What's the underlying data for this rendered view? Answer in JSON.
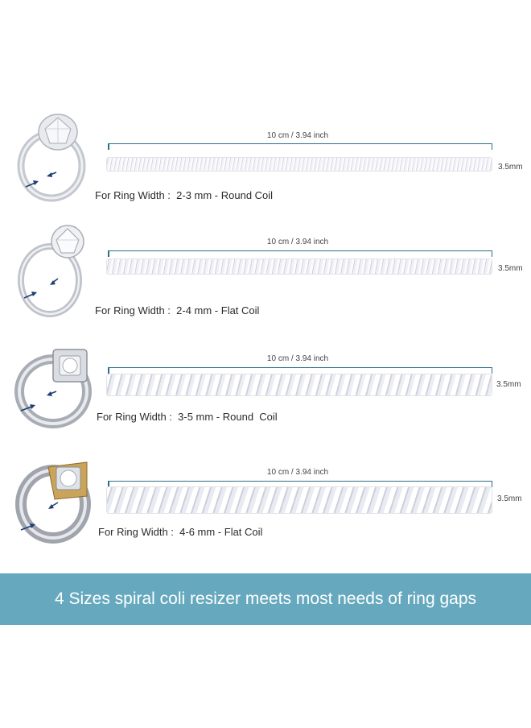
{
  "rows": [
    {
      "length_label": "10 cm  / 3.94 inch",
      "diameter_label": "3.5mm",
      "caption": "For Ring Width :  2-3 mm - Round Coil"
    },
    {
      "length_label": "10 cm  / 3.94 inch",
      "diameter_label": "3.5mm",
      "caption": "For Ring Width :  2-4 mm - Flat Coil"
    },
    {
      "length_label": "10 cm  / 3.94 inch",
      "diameter_label": "3.5mm",
      "caption": "For Ring Width :  3-5 mm - Round  Coil"
    },
    {
      "length_label": "10 cm  / 3.94 inch",
      "diameter_label": "3.5mm",
      "caption": "For Ring Width :  4-6 mm - Flat Coil"
    }
  ],
  "banner": {
    "text": "4 Sizes spiral coli resizer meets most needs of ring gaps",
    "color": "#66a9bf"
  },
  "colors": {
    "dimension_line": "#2c6f86",
    "ring_metal": "#b8bcc4",
    "ring_gold": "#c9a45a",
    "arrow": "#1f3f73"
  }
}
